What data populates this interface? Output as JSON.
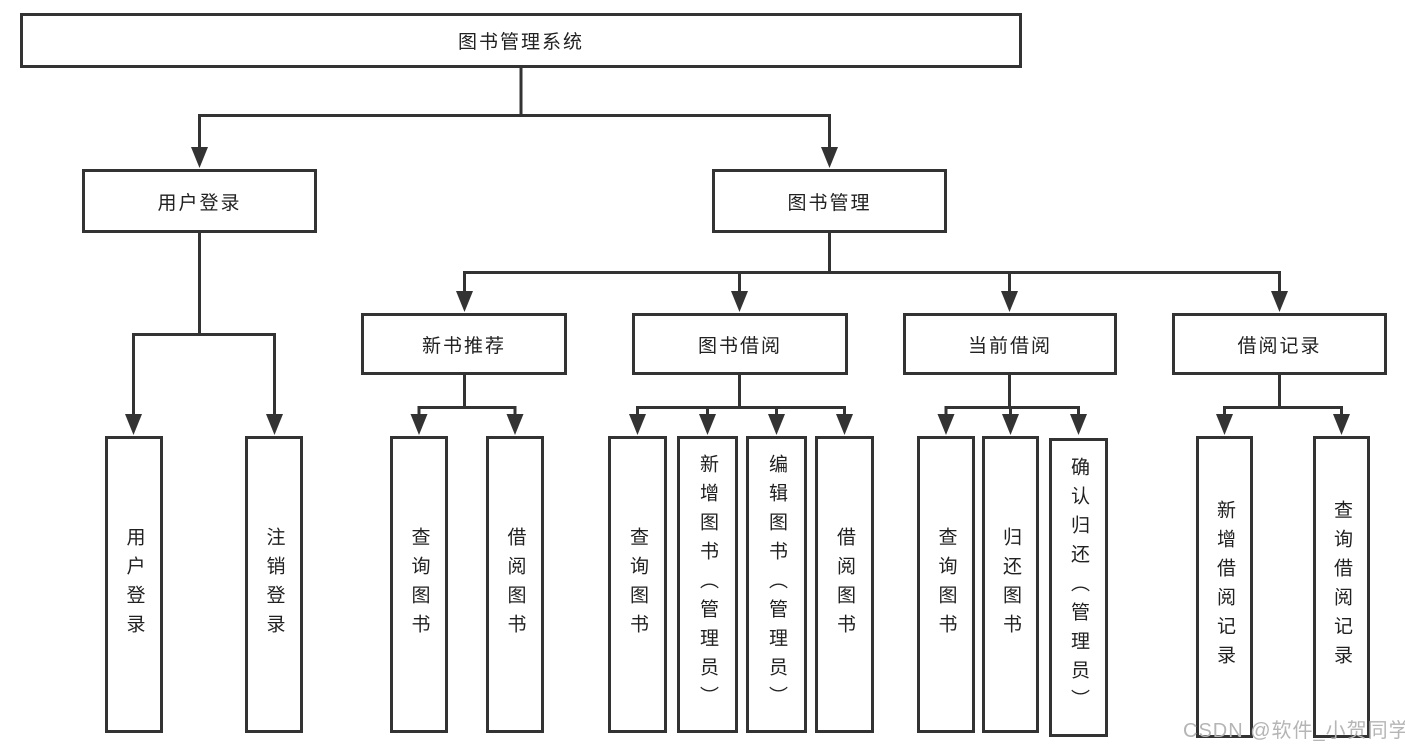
{
  "colors": {
    "line": "#333333",
    "text": "#212121",
    "watermark": "#b5b5b5",
    "background": "#ffffff"
  },
  "diagram": {
    "root_label": "图书管理系统",
    "branches": [
      {
        "label": "用户登录",
        "children": [
          {
            "label": "用户登录"
          },
          {
            "label": "注销登录"
          }
        ]
      },
      {
        "label": "图书管理",
        "children": [
          {
            "label": "新书推荐",
            "children": [
              {
                "label": "查询图书"
              },
              {
                "label": "借阅图书"
              }
            ]
          },
          {
            "label": "图书借阅",
            "children": [
              {
                "label": "查询图书"
              },
              {
                "label": "新增图书（管理员）"
              },
              {
                "label": "编辑图书（管理员）"
              },
              {
                "label": "借阅图书"
              }
            ]
          },
          {
            "label": "当前借阅",
            "children": [
              {
                "label": "查询图书"
              },
              {
                "label": "归还图书"
              },
              {
                "label": "确认归还（管理员）"
              }
            ]
          },
          {
            "label": "借阅记录",
            "children": [
              {
                "label": "新增借阅记录"
              },
              {
                "label": "查询借阅记录"
              }
            ]
          }
        ]
      }
    ]
  },
  "watermark": {
    "text": "CSDN @软件_小贺同学"
  }
}
